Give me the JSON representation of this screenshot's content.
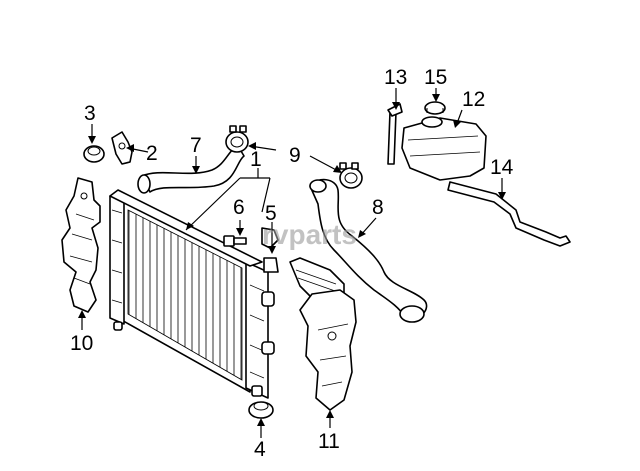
{
  "diagram": {
    "callouts": {
      "c1": "1",
      "c2": "2",
      "c3": "3",
      "c4": "4",
      "c5": "5",
      "c6": "6",
      "c7": "7",
      "c8": "8",
      "c9": "9",
      "c10": "10",
      "c11": "11",
      "c12": "12",
      "c13": "13",
      "c14": "14",
      "c15": "15"
    },
    "watermark": "rvparts"
  },
  "colors": {
    "line": "#000000",
    "background": "#ffffff",
    "watermark": "#9a9a9a"
  }
}
